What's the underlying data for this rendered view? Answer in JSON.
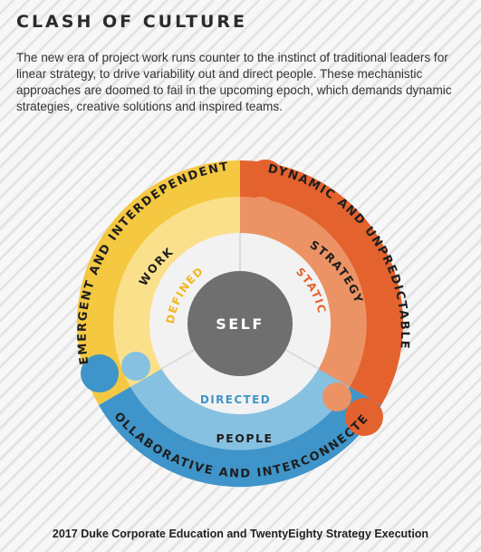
{
  "header": {
    "title": "CLASH OF CULTURE",
    "intro": "The new era of project work runs counter to the instinct of traditional leaders for linear strategy, to drive variability out and direct people. These mechanistic approaches are doomed to fail in the upcoming epoch, which demands dynamic strategies, creative solutions and inspired teams."
  },
  "diagram": {
    "center": "SELF",
    "outer": {
      "left": "EMERGENT AND INTERDEPENDENT",
      "right": "DYNAMIC AND UNPREDICTABLE",
      "bottom": "COLLABORATIVE AND INTERCONNECTED"
    },
    "middle": {
      "left": "WORK",
      "right": "STRATEGY",
      "bottom": "PEOPLE"
    },
    "inner": {
      "left": "DEFINED",
      "right": "STATIC",
      "bottom": "DIRECTED"
    },
    "colors": {
      "yellow_outer": "#f5c842",
      "yellow_mid": "#fbe08c",
      "orange_outer": "#e3622e",
      "orange_mid": "#ec9366",
      "blue_outer": "#3f95c9",
      "blue_mid": "#87c1e2",
      "inner_ring": "#f2f2f2",
      "center": "#6f6f6f",
      "text_yellow": "#f2b720",
      "text_orange": "#e3622e",
      "text_blue": "#3f95c9"
    }
  },
  "footer": {
    "credit": "2017 Duke Corporate Education and TwentyEighty Strategy Execution"
  }
}
